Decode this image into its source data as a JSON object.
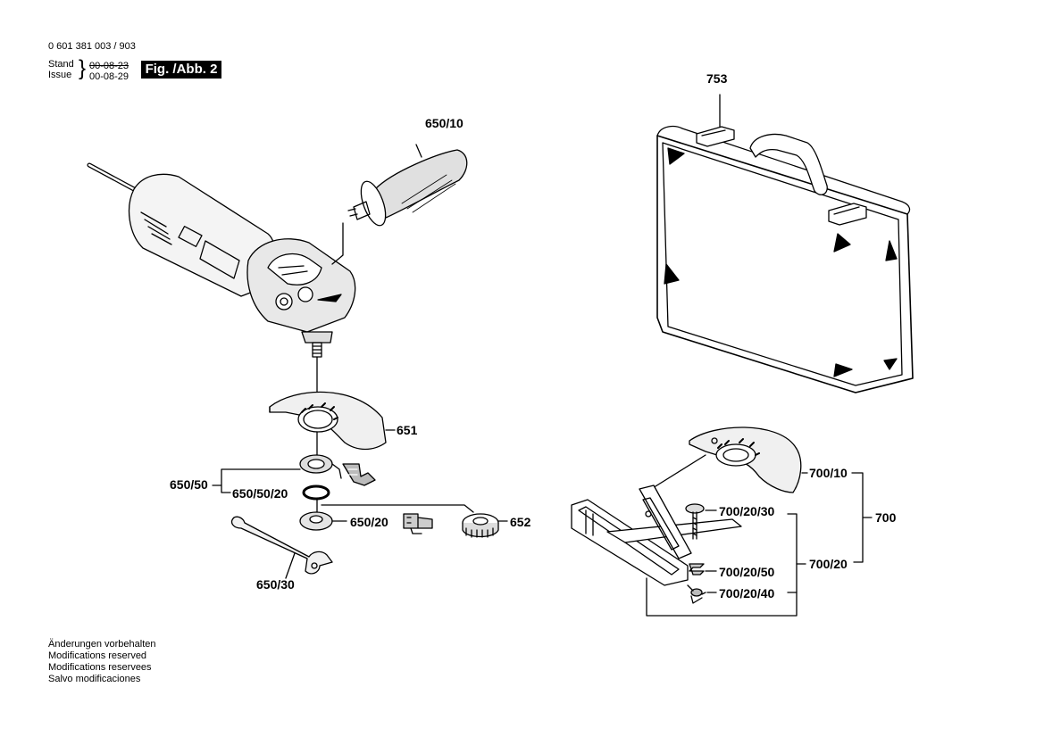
{
  "header": {
    "part_number": "0 601 381 003 / 903",
    "stand_label": "Stand",
    "issue_label": "Issue",
    "stand_date": "00-08-23",
    "issue_date": "00-08-29",
    "figure_label": "Fig. /Abb. 2"
  },
  "callouts": {
    "c753": "753",
    "c650_10": "650/10",
    "c651": "651",
    "c650_50": "650/50",
    "c650_50_20": "650/50/20",
    "c650_20": "650/20",
    "c652": "652",
    "c650_30": "650/30",
    "c700_10": "700/10",
    "c700_20_30": "700/20/30",
    "c700": "700",
    "c700_20_50": "700/20/50",
    "c700_20": "700/20",
    "c700_20_40": "700/20/40"
  },
  "footer": {
    "notes": [
      "Änderungen vorbehalten",
      "Modifications reserved",
      "Modifications reservees",
      "Salvo modificaciones"
    ]
  }
}
